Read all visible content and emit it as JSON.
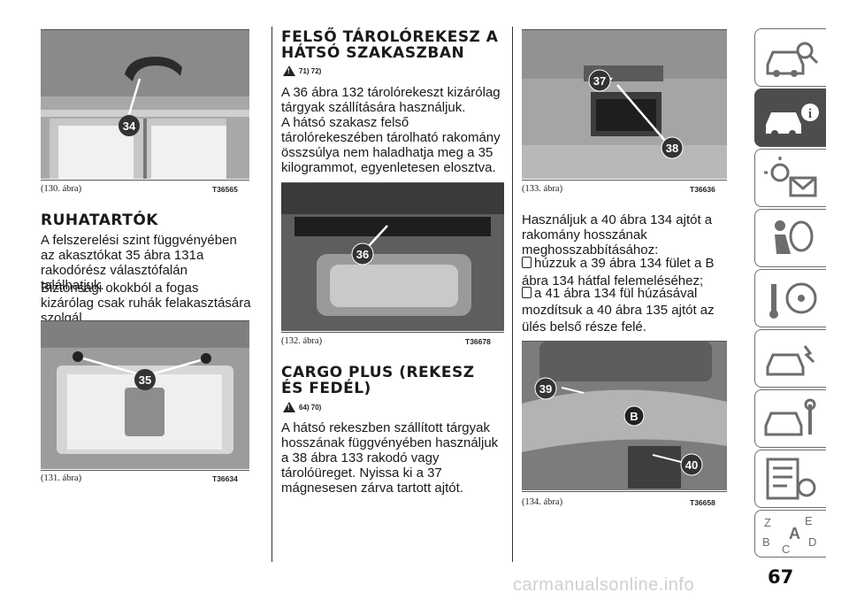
{
  "figures": {
    "f130": {
      "label": "(130. ábra)",
      "code": "T36565",
      "badge": "34"
    },
    "f131": {
      "label": "(131. ábra)",
      "code": "T36634",
      "badge": "35"
    },
    "f132": {
      "label": "(132. ábra)",
      "code": "T36678",
      "badge": "36"
    },
    "f133": {
      "label": "(133. ábra)",
      "code": "T36636",
      "badge1": "37",
      "badge2": "38"
    },
    "f134": {
      "label": "(134. ábra)",
      "code": "T36658",
      "badge1": "39",
      "badge2": "B",
      "badge3": "40"
    }
  },
  "sections": {
    "ruhatartok": {
      "title": "RUHATARTÓK",
      "p1": "A felszerelési szint függvényében az akasztókat 35 ábra 131a rakodórész választófalán találhatjuk.",
      "p2": "Biztonsági okokból a fogas kizárólag csak ruhák felakasztására szolgál."
    },
    "felso": {
      "title_line1": "FELSŐ TÁROLÓREKESZ A",
      "title_line2": "HÁTSÓ SZAKASZBAN",
      "refs": "71) 72)",
      "p1": "A 36 ábra 132 tárolórekeszt kizárólag tárgyak szállítására használjuk.",
      "p2": "A hátsó szakasz felső tárolórekeszében tárolható rakomány összsúlya nem haladhatja meg a 35 kilogrammot, egyenletesen elosztva."
    },
    "cargo": {
      "title_line1": "CARGO PLUS (REKESZ",
      "title_line2": "ÉS FEDÉL)",
      "refs": "64) 70)",
      "p1": "A hátsó rekeszben szállított tárgyak hosszának függvényében használjuk a 38 ábra 133 rakodó vagy tárolóüreget. Nyissa ki a 37 mágnesesen zárva tartott ajtót."
    },
    "hasznaljuk": {
      "intro": "Használjuk a 40 ábra 134 ajtót a rakomány hosszának meghosszabbításához:",
      "b1": "húzzuk a 39 ábra 134 fület a B ábra 134 hátfal felemeléséhez;",
      "b2": "a 41 ábra 134 fül húzásával mozdítsuk a 40 ábra 135 ajtót az ülés belső része felé."
    }
  },
  "sidebar": {
    "tabs": [
      "car-search-icon",
      "car-info-icon",
      "warning-lights-icon",
      "airbag-person-icon",
      "steering-key-icon",
      "car-crash-icon",
      "car-service-icon",
      "spec-sheet-icon",
      "index-abc-icon"
    ],
    "active_index": 1
  },
  "page_number": "67",
  "watermark": "carmanualsonline.info"
}
